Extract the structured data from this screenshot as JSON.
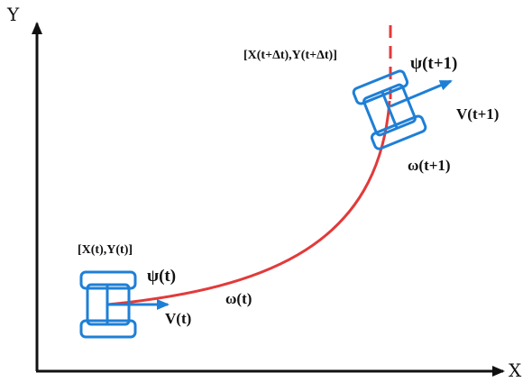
{
  "axes": {
    "x_label": "X",
    "y_label": "Y"
  },
  "labels": {
    "pos_t": "[X(t),Y(t)]",
    "psi_t": "ψ(t)",
    "v_t": "V(t)",
    "omega_t": "ω(t)",
    "pos_next": "[X(t+Δt),Y(t+Δt)]",
    "psi_next": "ψ(t+1)",
    "v_next": "V(t+1)",
    "omega_next": "ω(t+1)"
  },
  "colors": {
    "axis": "#111111",
    "robot": "#1e7fd6",
    "trajectory": "#e23a3a",
    "text": "#111111"
  }
}
